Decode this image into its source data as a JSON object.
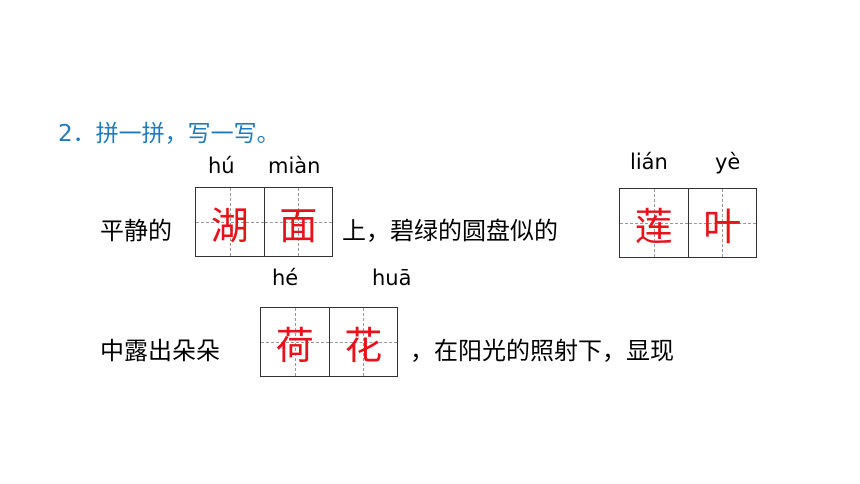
{
  "title": "2．拼一拼，写一写。",
  "line1": {
    "prefix": "平静的",
    "middle": "上，碧绿的圆盘似的",
    "box1": {
      "pinyin": [
        "hú",
        "miàn"
      ],
      "chars": [
        "湖",
        "面"
      ]
    },
    "box2": {
      "pinyin": [
        "lián",
        "yè"
      ],
      "chars": [
        "莲",
        "叶"
      ]
    }
  },
  "line2": {
    "prefix": "中露出朵朵",
    "suffix": "，在阳光的照射下，显现",
    "box": {
      "pinyin": [
        "hé",
        "huā"
      ],
      "chars": [
        "荷",
        "花"
      ]
    }
  },
  "colors": {
    "title": "#1e7bc0",
    "answer": "#e8121a"
  }
}
